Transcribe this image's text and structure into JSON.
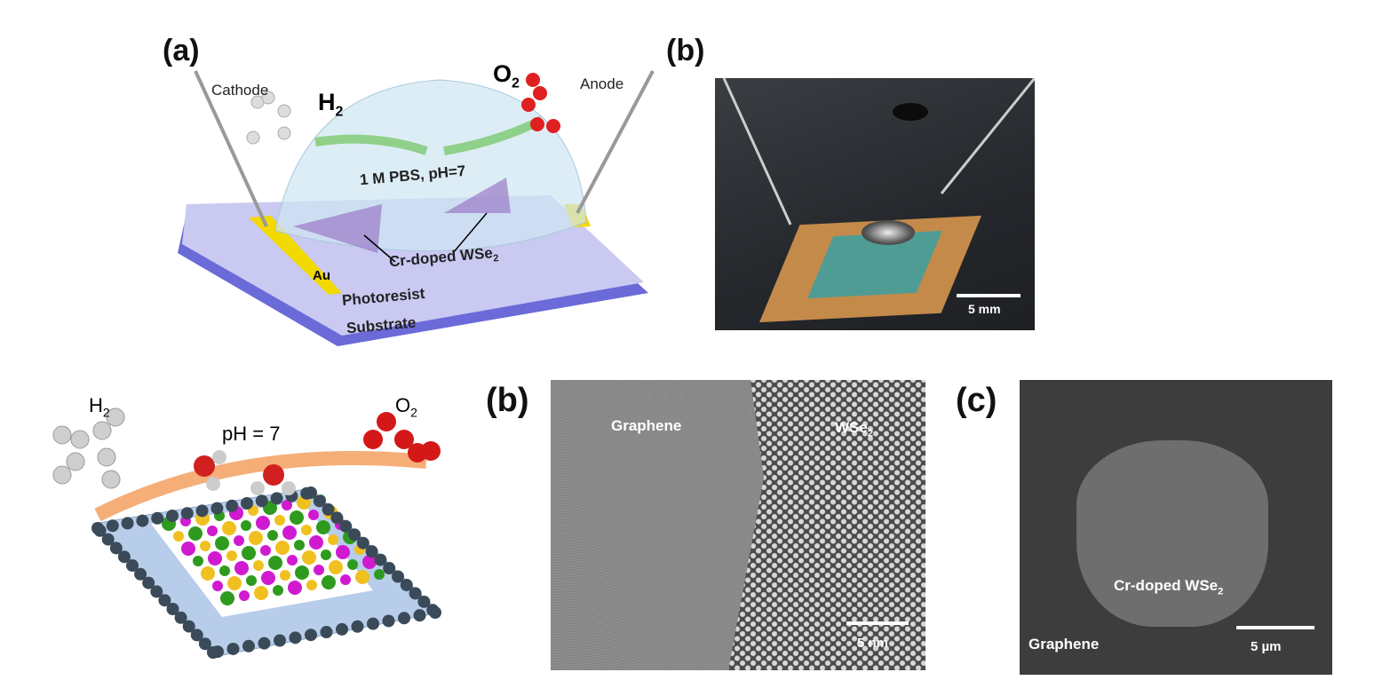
{
  "panel_a": {
    "label": "(a)",
    "cathode": "Cathode",
    "anode": "Anode",
    "h2": "H",
    "h2_sub": "2",
    "o2": "O",
    "o2_sub": "2",
    "electrolyte": "1 M PBS, pH=7",
    "material": "Cr-doped WSe",
    "material_sub": "2",
    "au": "Au",
    "photoresist": "Photoresist",
    "substrate": "Substrate"
  },
  "panel_b_photo": {
    "label": "(b)",
    "scale": "5 mm"
  },
  "schematic": {
    "h2": "H",
    "h2_sub": "2",
    "ph": "pH = 7",
    "o2": "O",
    "o2_sub": "2"
  },
  "panel_b_tem": {
    "label": "(b)",
    "graphene": "Graphene",
    "wse2": "WSe",
    "wse2_sub": "2",
    "scale": "5 nm"
  },
  "panel_c_sem": {
    "label": "(c)",
    "material": "Cr-doped WSe",
    "material_sub": "2",
    "graphene": "Graphene",
    "scale": "5 µm"
  }
}
